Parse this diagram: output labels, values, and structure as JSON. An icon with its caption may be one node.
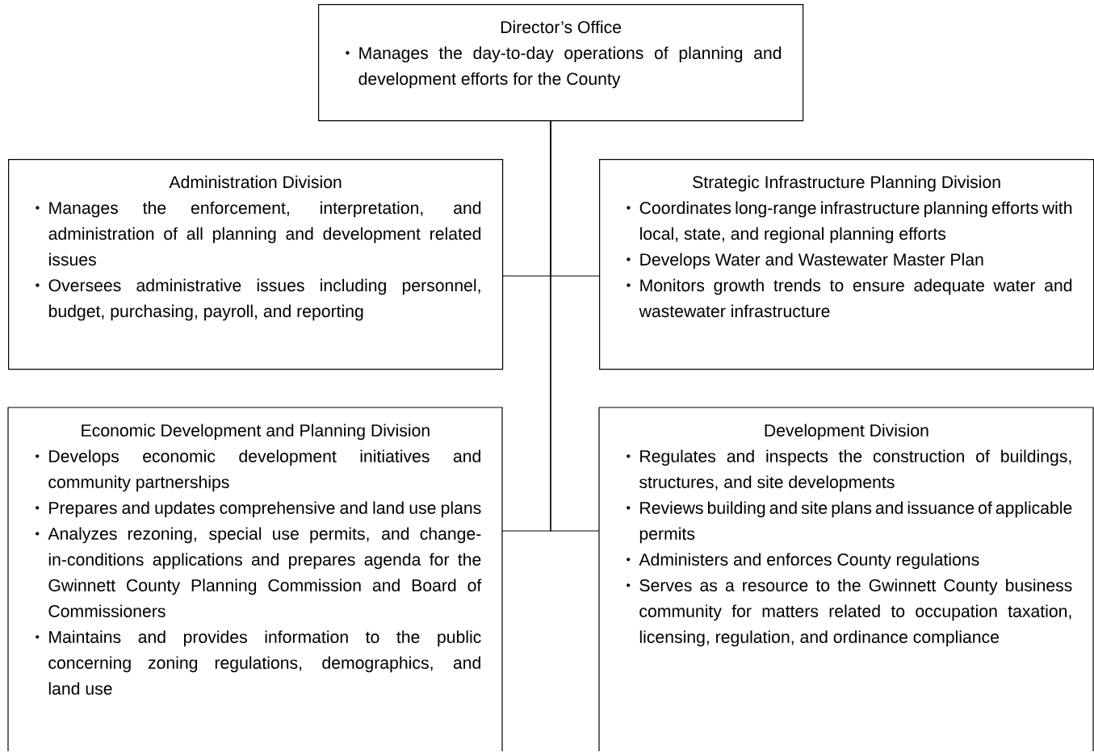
{
  "diagram": {
    "nodes": [
      {
        "text": [
          "Director’s Office",
          "Manages the day-to-day operations of planning and development efforts for the County"
        ]
      },
      {
        "text": [
          "Administration Division",
          "Manages the enforcement, interpretation, and administration of all planning and development related issues",
          "Oversees administrative issues including personnel, budget, purchasing, payroll, and reporting"
        ]
      },
      {
        "text": [
          "Strategic Infrastructure Planning Division",
          "Coordinates long-range infrastructure planning efforts with local, state, and regional planning efforts",
          "Develops Water and Wastewater Master Plan",
          "Monitors growth trends to ensure adequate water and wastewater infrastructure"
        ]
      },
      {
        "text": [
          "Economic Development and Planning Division",
          "Develops economic development initiatives and community partnerships",
          "Prepares and updates comprehensive and land use plans",
          "Analyzes rezoning, special use permits, and change-in-conditions applications and prepares agenda for the Gwinnett County Planning Commission and Board of Commissioners",
          "Maintains and provides information to the public concerning zoning regulations, demographics, and land use"
        ]
      },
      {
        "text": [
          "Development Division",
          "Regulates and inspects the construction of buildings, structures, and site developments",
          "Reviews building and site plans and issuance of applicable permits",
          "Administers and enforces County regulations",
          "Serves as a resource to the Gwinnett County business community for matters related to occupation taxation, licensing, regulation, and ordinance compliance"
        ]
      }
    ],
    "edges": [
      {
        "from": 0,
        "to": 1,
        "arrow": "none"
      },
      {
        "from": 0,
        "to": 2,
        "arrow": "none"
      },
      {
        "from": 0,
        "to": 3,
        "arrow": "none"
      },
      {
        "from": 0,
        "to": 4,
        "arrow": "none"
      }
    ]
  }
}
